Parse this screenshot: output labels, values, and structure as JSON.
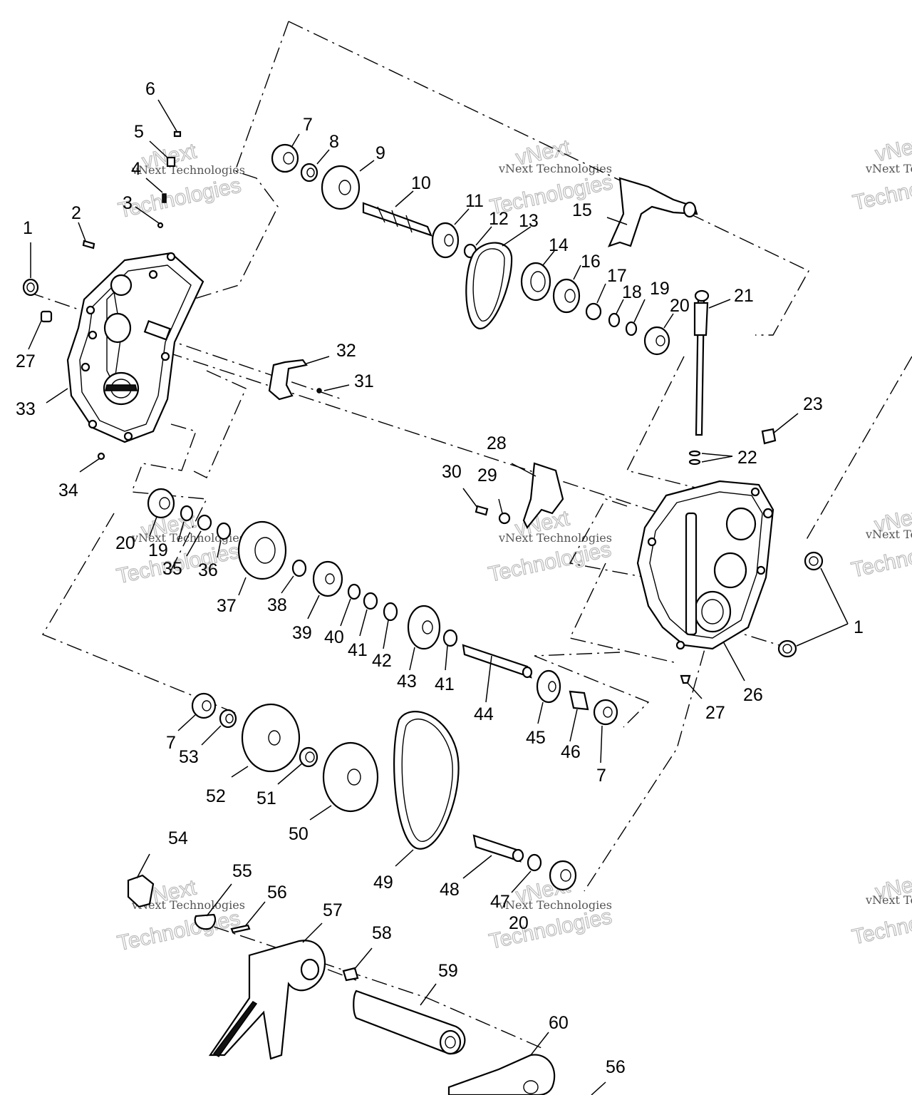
{
  "watermark": {
    "line1": "vNext Technologies",
    "line2": "vNext",
    "line3": "Technologies"
  },
  "labels": [
    {
      "id": "1a",
      "text": "1"
    },
    {
      "id": "2",
      "text": "2"
    },
    {
      "id": "3",
      "text": "3"
    },
    {
      "id": "4",
      "text": "4"
    },
    {
      "id": "5",
      "text": "5"
    },
    {
      "id": "6",
      "text": "6"
    },
    {
      "id": "7a",
      "text": "7"
    },
    {
      "id": "8",
      "text": "8"
    },
    {
      "id": "9",
      "text": "9"
    },
    {
      "id": "10",
      "text": "10"
    },
    {
      "id": "11",
      "text": "11"
    },
    {
      "id": "12",
      "text": "12"
    },
    {
      "id": "13",
      "text": "13"
    },
    {
      "id": "14",
      "text": "14"
    },
    {
      "id": "15",
      "text": "15"
    },
    {
      "id": "16",
      "text": "16"
    },
    {
      "id": "17",
      "text": "17"
    },
    {
      "id": "18",
      "text": "18"
    },
    {
      "id": "19a",
      "text": "19"
    },
    {
      "id": "20a",
      "text": "20"
    },
    {
      "id": "21",
      "text": "21"
    },
    {
      "id": "22",
      "text": "22"
    },
    {
      "id": "23",
      "text": "23"
    },
    {
      "id": "26",
      "text": "26"
    },
    {
      "id": "27a",
      "text": "27"
    },
    {
      "id": "27b",
      "text": "27"
    },
    {
      "id": "28",
      "text": "28"
    },
    {
      "id": "29",
      "text": "29"
    },
    {
      "id": "30",
      "text": "30"
    },
    {
      "id": "31",
      "text": "31"
    },
    {
      "id": "32",
      "text": "32"
    },
    {
      "id": "33",
      "text": "33"
    },
    {
      "id": "34",
      "text": "34"
    },
    {
      "id": "1b",
      "text": "1"
    },
    {
      "id": "20b",
      "text": "20"
    },
    {
      "id": "19b",
      "text": "19"
    },
    {
      "id": "35",
      "text": "35"
    },
    {
      "id": "36",
      "text": "36"
    },
    {
      "id": "37",
      "text": "37"
    },
    {
      "id": "38",
      "text": "38"
    },
    {
      "id": "39",
      "text": "39"
    },
    {
      "id": "40",
      "text": "40"
    },
    {
      "id": "41a",
      "text": "41"
    },
    {
      "id": "42",
      "text": "42"
    },
    {
      "id": "43",
      "text": "43"
    },
    {
      "id": "41b",
      "text": "41"
    },
    {
      "id": "44",
      "text": "44"
    },
    {
      "id": "45",
      "text": "45"
    },
    {
      "id": "46",
      "text": "46"
    },
    {
      "id": "7b",
      "text": "7"
    },
    {
      "id": "7c",
      "text": "7"
    },
    {
      "id": "53",
      "text": "53"
    },
    {
      "id": "52",
      "text": "52"
    },
    {
      "id": "51",
      "text": "51"
    },
    {
      "id": "50",
      "text": "50"
    },
    {
      "id": "49",
      "text": "49"
    },
    {
      "id": "48",
      "text": "48"
    },
    {
      "id": "47",
      "text": "47"
    },
    {
      "id": "20c",
      "text": "20"
    },
    {
      "id": "54",
      "text": "54"
    },
    {
      "id": "55",
      "text": "55"
    },
    {
      "id": "56a",
      "text": "56"
    },
    {
      "id": "57",
      "text": "57"
    },
    {
      "id": "58",
      "text": "58"
    },
    {
      "id": "59",
      "text": "59"
    },
    {
      "id": "60",
      "text": "60"
    },
    {
      "id": "56b",
      "text": "56"
    }
  ]
}
